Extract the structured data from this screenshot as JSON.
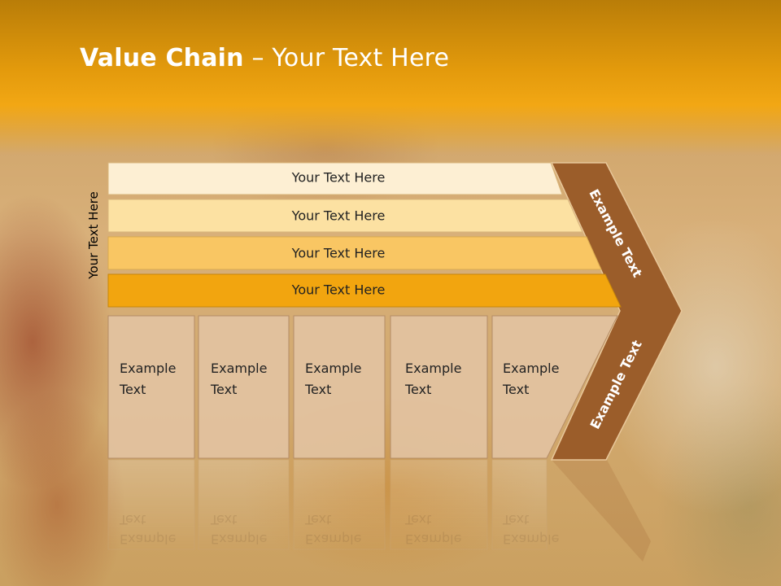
{
  "title": {
    "bold": "Value Chain",
    "rest": " – Your Text Here"
  },
  "side_label": "Your Text Here",
  "bars": [
    {
      "label": "Your Text Here",
      "fill": "#fdefd3"
    },
    {
      "label": "Your Text Here",
      "fill": "#fce1a2"
    },
    {
      "label": "Your Text Here",
      "fill": "#f9c663"
    },
    {
      "label": "Your Text Here",
      "fill": "#f2a50f"
    }
  ],
  "boxes": [
    {
      "line1": "Example",
      "line2": "Text"
    },
    {
      "line1": "Example",
      "line2": "Text"
    },
    {
      "line1": "Example",
      "line2": "Text"
    },
    {
      "line1": "Example",
      "line2": "Text"
    },
    {
      "line1": "Example",
      "line2": "Text"
    }
  ],
  "chevron_upper": "Example Text",
  "chevron_lower": "Example Text",
  "colors": {
    "chevron": "#9b5d2a",
    "box": "#e2c3a2",
    "header": "#e89f10"
  }
}
